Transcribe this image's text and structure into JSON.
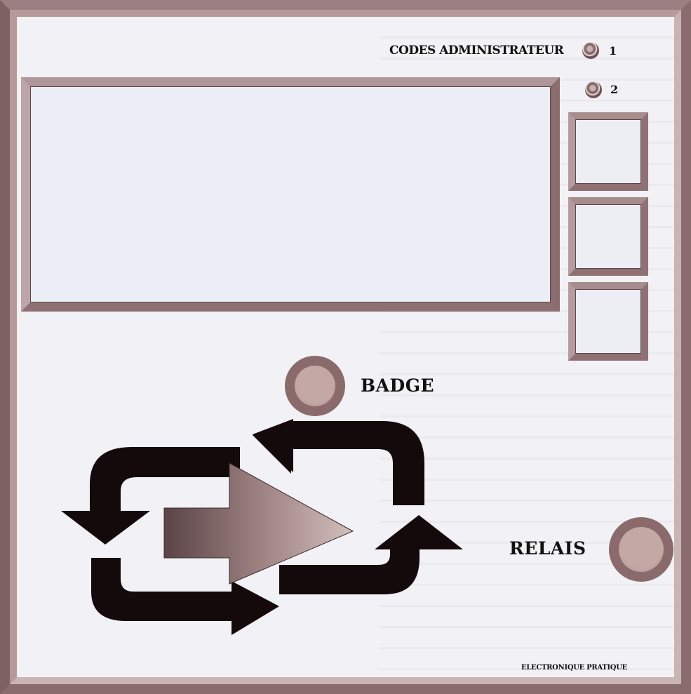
{
  "labels": {
    "codes_administrateur": "CODES ADMINISTRATEUR",
    "code_1": "1",
    "code_2": "2",
    "badge": "BADGE",
    "relais": "RELAIS",
    "footer": "ELECTRONIQUE PRATIQUE"
  },
  "colors": {
    "frame": "#8a6c6e",
    "panel": "#f2f1f5",
    "arrow_dark": "#140a0c",
    "arrow_gradient_start": "#5a4447",
    "arrow_gradient_end": "#c8b2ae",
    "led": "#8a6a6b"
  },
  "icons": {
    "led_indicator": "circle",
    "flow_arrows": "cycle-arrows",
    "center_arrow": "right-arrow"
  }
}
